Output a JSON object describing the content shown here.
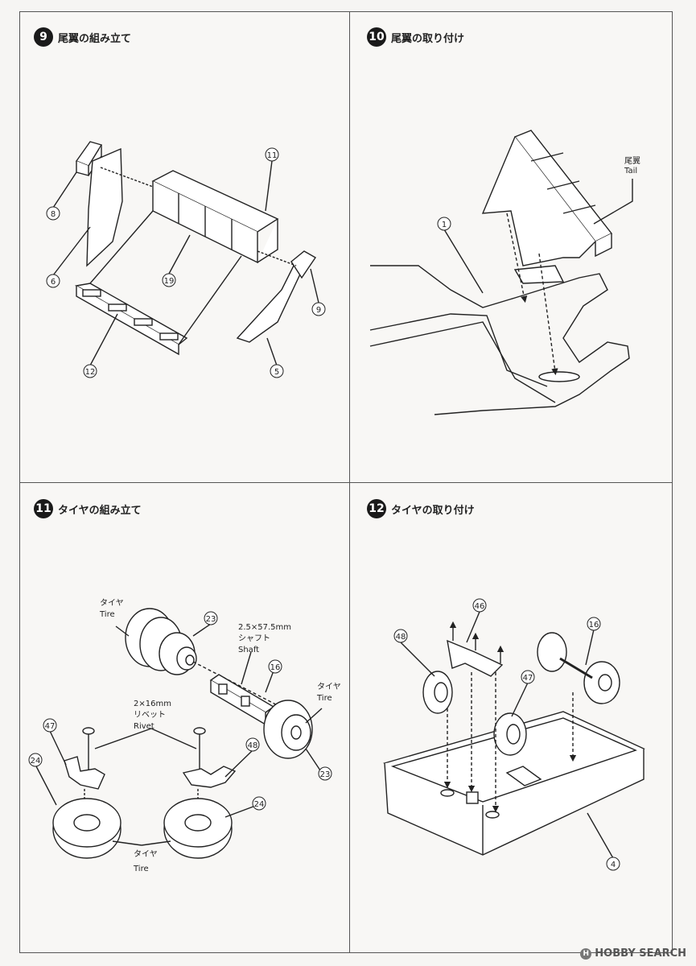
{
  "steps": [
    {
      "num": "9",
      "title": "尾翼の組み立て"
    },
    {
      "num": "10",
      "title": "尾翼の取り付け"
    },
    {
      "num": "11",
      "title": "タイヤの組み立て"
    },
    {
      "num": "12",
      "title": "タイヤの取り付け"
    }
  ],
  "step9_parts": [
    "11",
    "8",
    "6",
    "19",
    "9",
    "12",
    "5"
  ],
  "step10": {
    "part": "1",
    "label_jp": "尾翼",
    "label_en": "Tail"
  },
  "step11": {
    "tire_jp": "タイヤ",
    "tire_en": "Tire",
    "shaft_size": "2.5×57.5mm",
    "shaft_jp": "シャフト",
    "shaft_en": "Shaft",
    "rivet_size": "2×16mm",
    "rivet_jp": "リベット",
    "rivet_en": "Rivet",
    "parts": [
      "23",
      "16",
      "23",
      "47",
      "48",
      "24",
      "24"
    ]
  },
  "step12_parts": [
    "46",
    "48",
    "16",
    "47",
    "4"
  ],
  "watermark": {
    "mark": "H",
    "text": "HOBBY SEARCH"
  }
}
